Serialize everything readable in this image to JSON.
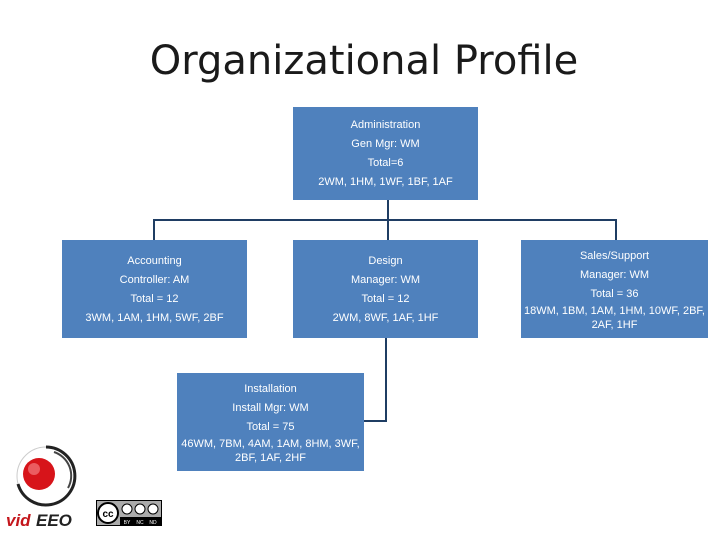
{
  "title": "Organizational Profile",
  "colors": {
    "box_fill": "#4f81bd",
    "connector": "#1f3d63"
  },
  "nodes": {
    "administration": {
      "lines": [
        "Administration",
        "Gen Mgr: WM",
        "Total=6",
        "2WM, 1HM, 1WF, 1BF, 1AF"
      ]
    },
    "accounting": {
      "lines": [
        "Accounting",
        "Controller: AM",
        "Total = 12",
        "3WM, 1AM, 1HM, 5WF, 2BF"
      ]
    },
    "design": {
      "lines": [
        "Design",
        "Manager: WM",
        "Total = 12",
        "2WM, 8WF, 1AF, 1HF"
      ]
    },
    "sales": {
      "lines": [
        "Sales/Support",
        "Manager: WM",
        "Total = 36",
        "18WM, 1BM, 1AM, 1HM, 10WF, 2BF, 2AF, 1HF"
      ]
    },
    "installation": {
      "lines": [
        "Installation",
        "Install Mgr: WM",
        "Total = 75",
        "46WM, 7BM, 4AM, 1AM, 8HM, 3WF, 2BF, 1AF, 2HF"
      ]
    }
  },
  "logo": {
    "text": "vidEEO",
    "icon": "videeo-logo"
  },
  "license": {
    "icon": "cc-by-nc-nd-badge",
    "labels": [
      "cc",
      "BY",
      "NC",
      "ND"
    ]
  }
}
